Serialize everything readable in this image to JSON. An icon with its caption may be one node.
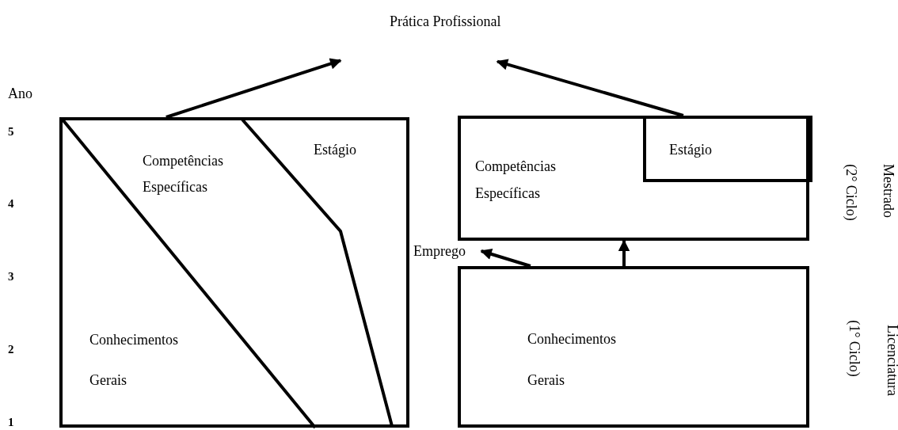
{
  "diagram": {
    "nodes": [
      {
        "text": [
          "Prática Profissional"
        ]
      },
      {
        "text": [
          "Competências Específicas",
          "Estágio",
          "Conhecimentos Gerais"
        ]
      },
      {
        "text": [
          "Competências Específicas"
        ],
        "beside": [
          "Mestrado",
          "(2° Ciclo)"
        ]
      },
      {
        "text": [
          "Estágio"
        ],
        "in": 2
      },
      {
        "text": [
          "Emprego"
        ]
      },
      {
        "text": [
          "Conhecimentos Gerais"
        ],
        "beside": [
          "Licenciatura",
          "(1° Ciclo)"
        ]
      }
    ],
    "edges": [
      {
        "from": 1,
        "to": 0,
        "arrow": "to"
      },
      {
        "from": 3,
        "to": 0,
        "arrow": "to"
      },
      {
        "from": 5,
        "to": 4,
        "arrow": "to"
      },
      {
        "from": 5,
        "to": 2,
        "arrow": "to"
      }
    ],
    "labels": [
      "Ano",
      "5",
      "4",
      "3",
      "2",
      "1"
    ]
  }
}
